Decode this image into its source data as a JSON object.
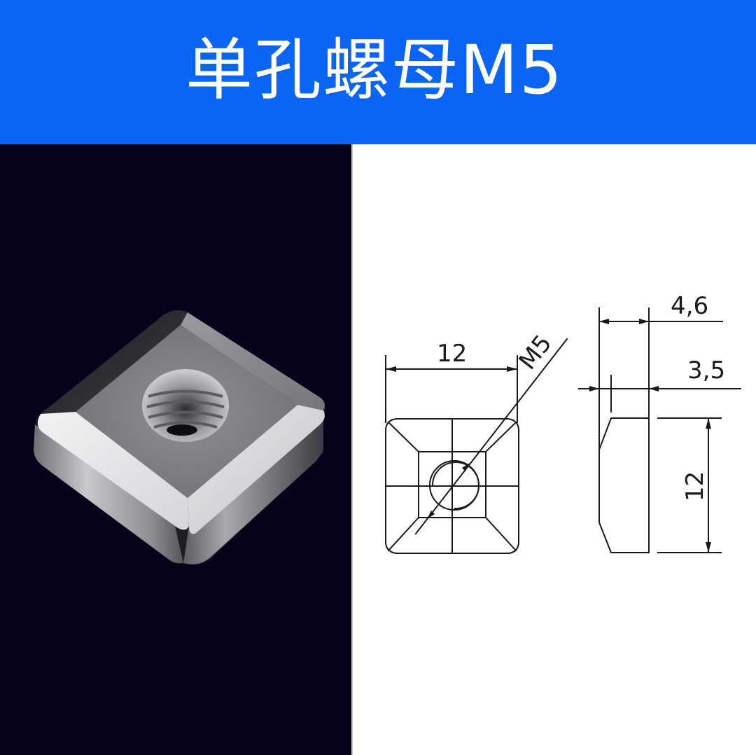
{
  "banner": {
    "title": "单孔螺母M5",
    "background_color": "#0a64f5",
    "text_color": "#ffffff"
  },
  "photo": {
    "subject": "square-nut-with-threaded-hole",
    "background_color": "#05021a"
  },
  "drawing": {
    "front_view": {
      "width_label": "12",
      "thread_label": "M5"
    },
    "side_view": {
      "thickness_label": "4,6",
      "chamfer_label": "3,5",
      "height_label": "12"
    },
    "line_color": "#1a1a1a"
  }
}
